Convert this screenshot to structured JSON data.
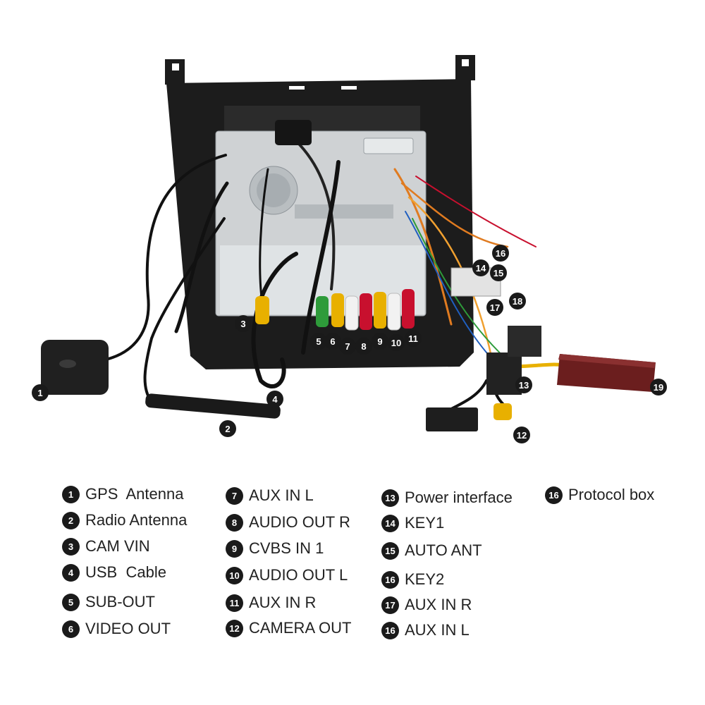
{
  "callouts": [
    "1",
    "2",
    "3",
    "4",
    "5",
    "6",
    "7",
    "8",
    "9",
    "10",
    "11",
    "12",
    "13",
    "14",
    "15",
    "16",
    "17",
    "18",
    "19"
  ],
  "legend": {
    "col1": [
      {
        "num": "1",
        "label": "GPS  Antenna"
      },
      {
        "num": "2",
        "label": "Radio Antenna"
      },
      {
        "num": "3",
        "label": "CAM VIN"
      },
      {
        "num": "4",
        "label": "USB  Cable"
      },
      {
        "num": "5",
        "label": "SUB-OUT"
      },
      {
        "num": "6",
        "label": "VIDEO OUT"
      }
    ],
    "col2": [
      {
        "num": "7",
        "label": "AUX IN L"
      },
      {
        "num": "8",
        "label": "AUDIO OUT R"
      },
      {
        "num": "9",
        "label": "CVBS IN 1"
      },
      {
        "num": "10",
        "label": "AUDIO OUT L"
      },
      {
        "num": "11",
        "label": "AUX IN R"
      },
      {
        "num": "12",
        "label": "CAMERA OUT"
      }
    ],
    "col3": [
      {
        "num": "13",
        "label": "Power interface"
      },
      {
        "num": "14",
        "label": "KEY1"
      },
      {
        "num": "15",
        "label": "AUTO ANT"
      },
      {
        "num": "16",
        "label": "KEY2"
      },
      {
        "num": "17",
        "label": "AUX IN R"
      },
      {
        "num": "16",
        "label": "AUX IN L"
      }
    ],
    "col4": [
      {
        "num": "16",
        "label": "Protocol box"
      }
    ]
  },
  "colors": {
    "bezel": "#1c1c1c",
    "chassis": "#cfd2d4",
    "rca_red": "#c8102e",
    "rca_white": "#f2f2f2",
    "rca_yellow": "#e8b000",
    "rca_green": "#2e9b3a",
    "protocol_box": "#6b1e1e",
    "callout": "#1a1a1a"
  }
}
